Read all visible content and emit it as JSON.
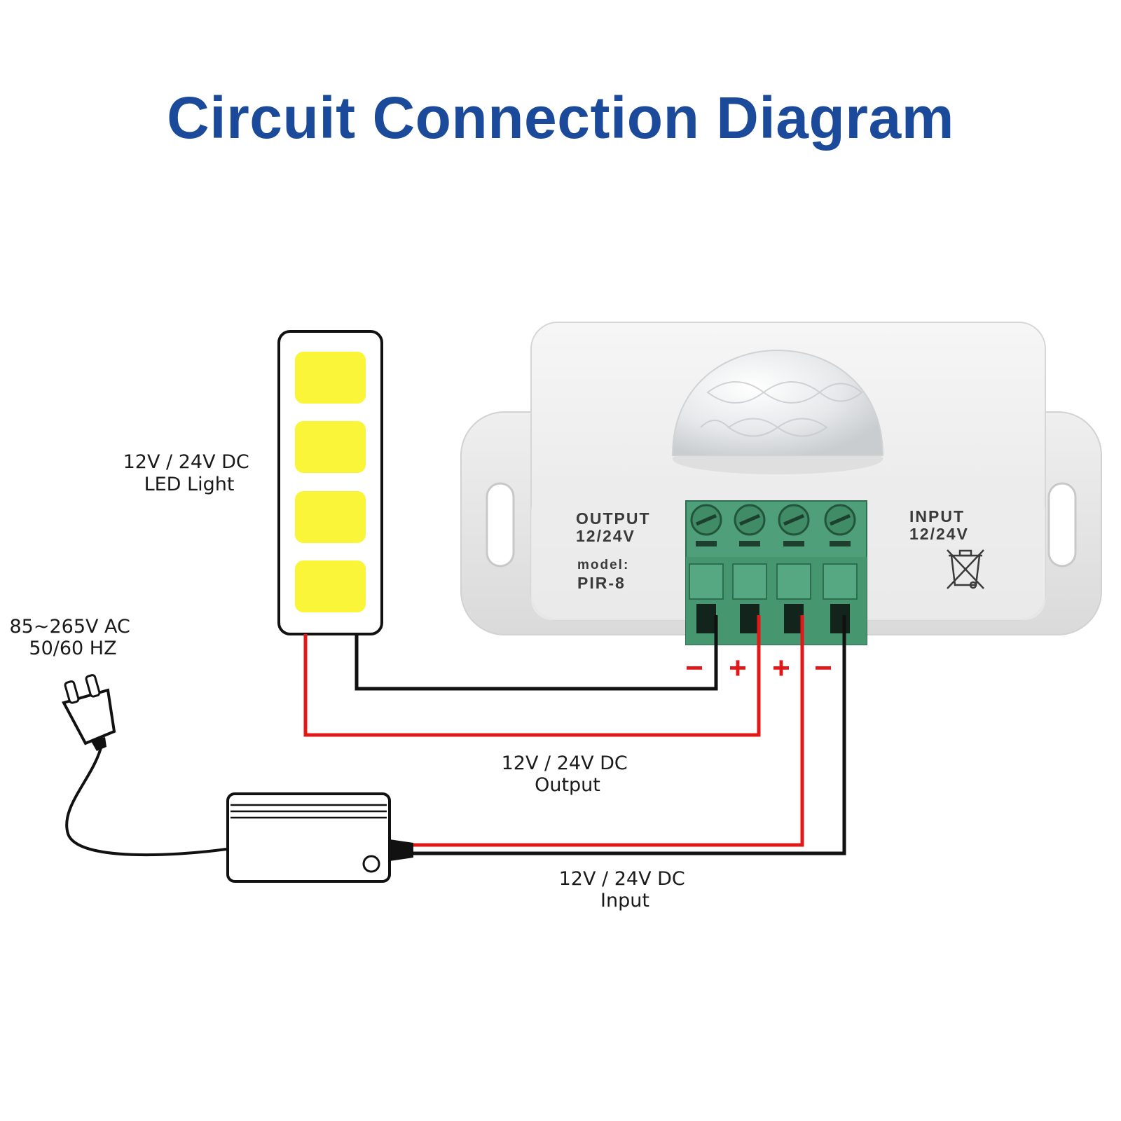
{
  "title": "Circuit Connection Diagram",
  "labels": {
    "led": [
      "12V / 24V DC",
      "LED Light"
    ],
    "ac": [
      "85~265V AC",
      "50/60 HZ"
    ],
    "output": [
      "12V / 24V DC",
      "Output"
    ],
    "input": [
      "12V / 24V DC",
      "Input"
    ]
  },
  "device": {
    "output_label": "OUTPUT",
    "output_voltage": "12/24V",
    "model_label": "model:",
    "model": "PIR-8",
    "input_label": "INPUT",
    "input_voltage": "12/24V"
  },
  "terminal_signs": [
    "−",
    "+",
    "+",
    "−"
  ],
  "colors": {
    "title": "#1b4a9a",
    "wire_positive": "#e01818",
    "wire_negative": "#111111",
    "terminal_block": "#4fa07a",
    "led_chip": "#fbf53a"
  },
  "icons": [
    "plug-icon",
    "power-adapter-icon",
    "led-strip-icon",
    "pir-sensor-icon",
    "recycle-bin-icon"
  ]
}
